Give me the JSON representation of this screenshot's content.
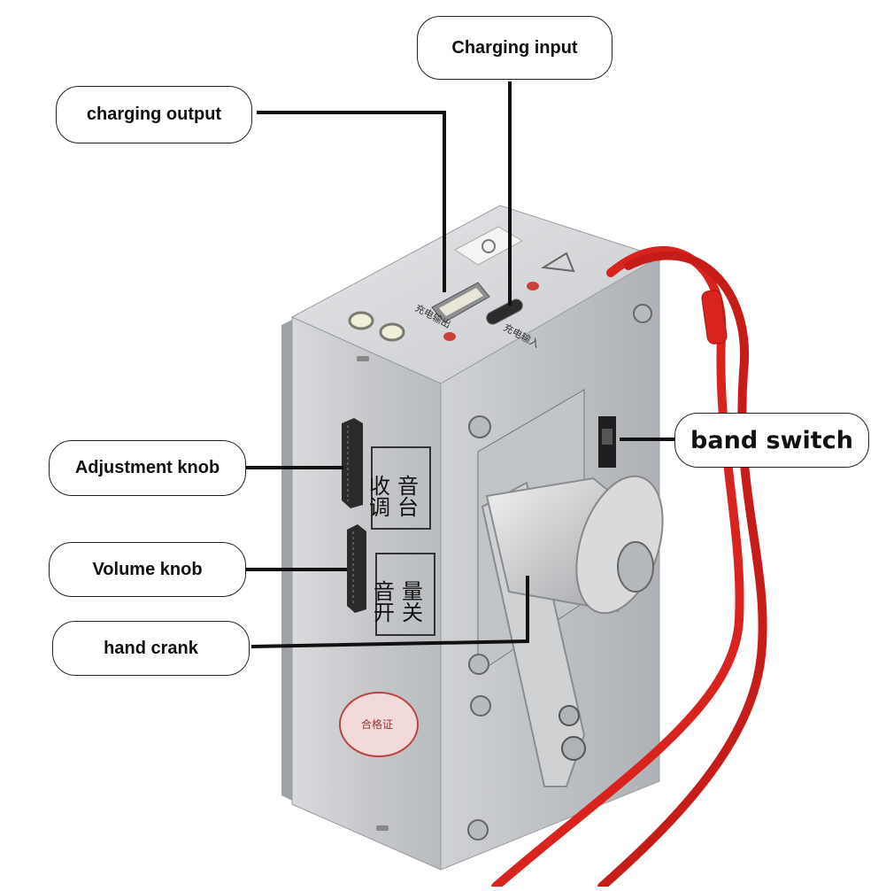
{
  "callouts": {
    "charging_input": "Charging input",
    "charging_output": "charging output",
    "band_switch": "band switch",
    "adjustment_knob": "Adjustment knob",
    "volume_knob": "Volume knob",
    "hand_crank": "hand crank"
  },
  "device_labels": {
    "tuning_col_right": "音台",
    "tuning_col_left": "收调",
    "volume_col_right": "量关",
    "volume_col_left": "音开",
    "output_port": "充电输出",
    "input_port": "充电输入",
    "sticker": "合格证"
  },
  "colors": {
    "cord": "#d9231f",
    "body_front": "#c9cbcd",
    "body_side": "#b3b6b9",
    "callout_border": "#222222"
  }
}
